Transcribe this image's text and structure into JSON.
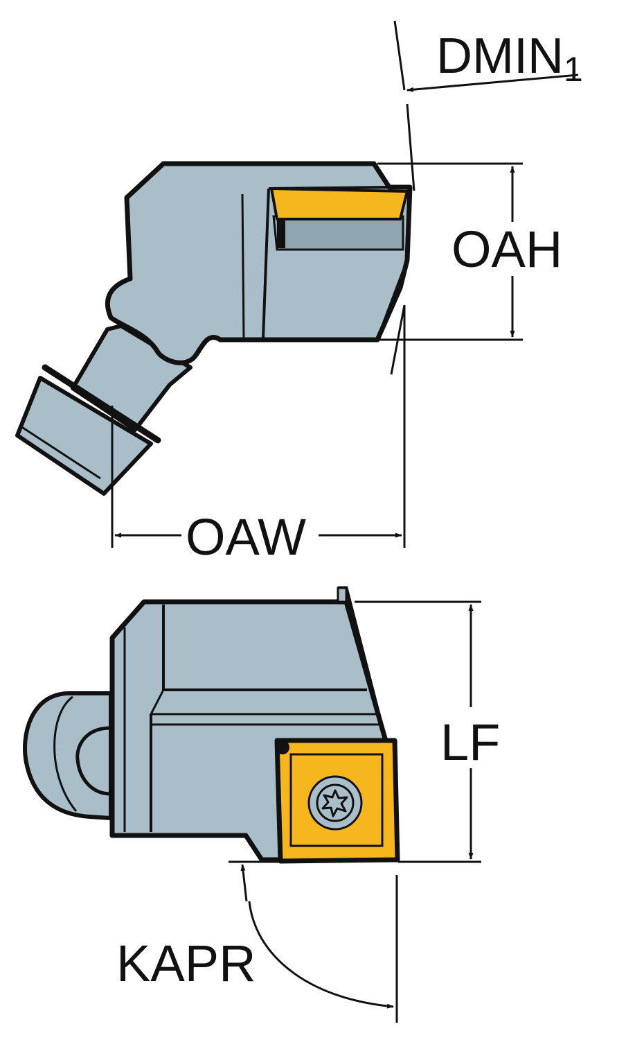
{
  "labels": {
    "dmin_main": "DMIN",
    "dmin_sub": "1",
    "oah": "OAH",
    "oaw": "OAW",
    "lf": "LF",
    "kapr": "KAPR"
  },
  "colors": {
    "body": "#a9bec8",
    "body_dark": "#8fa6b1",
    "insert": "#f6b71e",
    "outline": "#111111",
    "background": "#ffffff"
  }
}
